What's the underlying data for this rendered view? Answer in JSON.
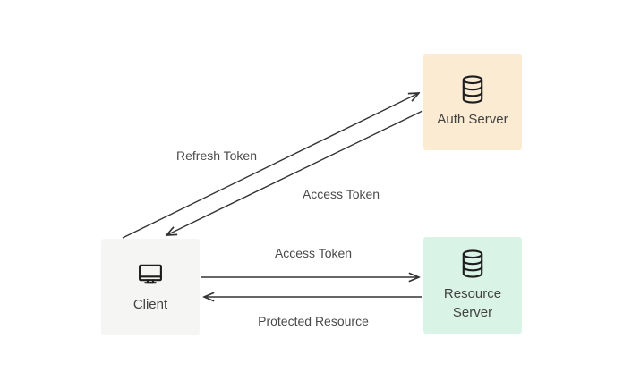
{
  "diagram": {
    "nodes": [
      {
        "id": "auth-server",
        "label": "Auth Server",
        "icon": "database-icon",
        "bg": "#faebd2"
      },
      {
        "id": "client",
        "label": "Client",
        "icon": "monitor-icon",
        "bg": "#f5f5f4"
      },
      {
        "id": "resource-server",
        "label": "Resource Server",
        "icon": "database-icon",
        "bg": "#d9f3e7"
      }
    ],
    "edges": [
      {
        "from": "Client",
        "to": "Auth Server",
        "label": "Refresh Token"
      },
      {
        "from": "Auth Server",
        "to": "Client",
        "label": "Access Token"
      },
      {
        "from": "Client",
        "to": "Resource Server",
        "label": "Access Token"
      },
      {
        "from": "Resource Server",
        "to": "Client",
        "label": "Protected Resource"
      }
    ],
    "colors": {
      "background": "#ffffff",
      "edge_line": "#333333",
      "edge_label_text": "#4a4a4a",
      "node_label_text": "#424242",
      "icon_stroke": "#1d1d1d",
      "auth_server_bg": "#faebd2",
      "client_bg": "#f5f5f4",
      "resource_server_bg": "#d9f3e7"
    }
  }
}
